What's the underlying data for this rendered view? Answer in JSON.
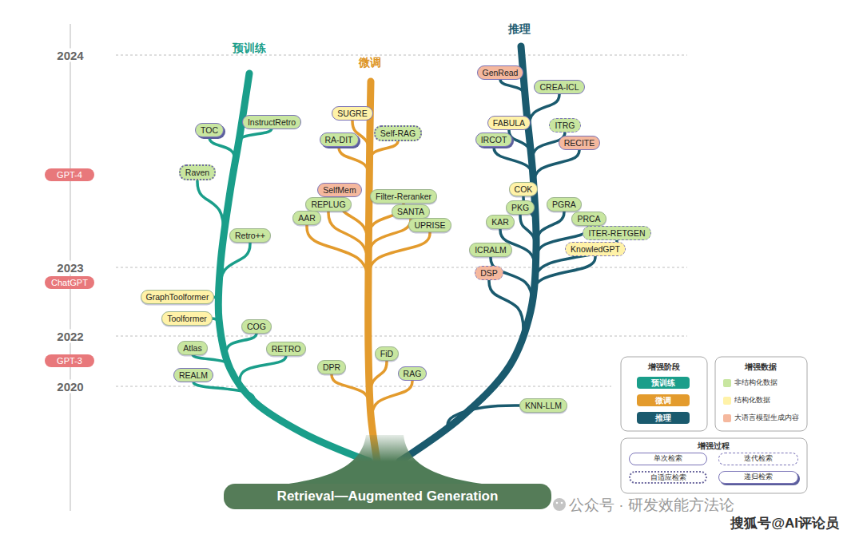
{
  "diagram": {
    "nodes": [
      {
        "text": [
          "GPT-4"
        ]
      },
      {
        "text": [
          "ChatGPT"
        ]
      },
      {
        "text": [
          "GPT-3"
        ]
      },
      {
        "text": [
          "TOC"
        ]
      },
      {
        "text": [
          "InstructRetro"
        ]
      },
      {
        "text": [
          "Raven"
        ]
      },
      {
        "text": [
          "Retro++"
        ]
      },
      {
        "text": [
          "GraphToolformer"
        ]
      },
      {
        "text": [
          "Toolformer"
        ]
      },
      {
        "text": [
          "COG"
        ]
      },
      {
        "text": [
          "Atlas"
        ]
      },
      {
        "text": [
          "RETRO"
        ]
      },
      {
        "text": [
          "REALM"
        ]
      },
      {
        "text": [
          "SUGRE"
        ]
      },
      {
        "text": [
          "Self-RAG"
        ]
      },
      {
        "text": [
          "RA-DIT"
        ]
      },
      {
        "text": [
          "SelfMem"
        ]
      },
      {
        "text": [
          "Filter-Reranker"
        ]
      },
      {
        "text": [
          "REPLUG"
        ]
      },
      {
        "text": [
          "SANTA"
        ]
      },
      {
        "text": [
          "AAR"
        ]
      },
      {
        "text": [
          "UPRISE"
        ]
      },
      {
        "text": [
          "FiD"
        ]
      },
      {
        "text": [
          "DPR"
        ]
      },
      {
        "text": [
          "RAG"
        ]
      },
      {
        "text": [
          "GenRead"
        ]
      },
      {
        "text": [
          "CREA-ICL"
        ]
      },
      {
        "text": [
          "FABULA"
        ]
      },
      {
        "text": [
          "ITRG"
        ]
      },
      {
        "text": [
          "IRCOT"
        ]
      },
      {
        "text": [
          "RECITE"
        ]
      },
      {
        "text": [
          "COK"
        ]
      },
      {
        "text": [
          "PGRA"
        ]
      },
      {
        "text": [
          "PKG"
        ]
      },
      {
        "text": [
          "PRCA"
        ]
      },
      {
        "text": [
          "KAR"
        ]
      },
      {
        "text": [
          "ITER-RETGEN"
        ]
      },
      {
        "text": [
          "KnowledGPT"
        ]
      },
      {
        "text": [
          "ICRALM"
        ]
      },
      {
        "text": [
          "DSP"
        ]
      },
      {
        "text": [
          "KNN-LLM"
        ]
      },
      {
        "text": [
          "Retrieval—Augmented Generation"
        ]
      }
    ],
    "labels": [
      "预训练",
      "微调",
      "推理",
      "2024",
      "2023",
      "2022",
      "2020",
      "增强阶段",
      "增强数据",
      "增强过程",
      "公众号 · 研发效能方法论",
      "搜狐号@AI评论员"
    ],
    "legend": [
      {
        "text": "预训练",
        "color": "#1a9e8a"
      },
      {
        "text": "微调",
        "color": "#e39b2d"
      },
      {
        "text": "推理",
        "color": "#1a5a6e"
      },
      {
        "text": "非结构化数据",
        "color": "#c8e6a0"
      },
      {
        "text": "结构化数据",
        "color": "#fff2a8"
      },
      {
        "text": "大语言模型生成内容",
        "color": "#f5b89e"
      },
      {
        "text": "单次检索"
      },
      {
        "text": "迭代检索"
      },
      {
        "text": "自适应检索"
      },
      {
        "text": "递归检索"
      }
    ]
  }
}
